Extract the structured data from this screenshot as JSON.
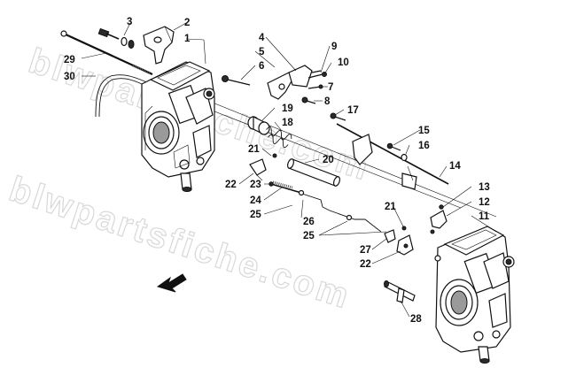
{
  "diagram": {
    "watermark": "blwpartsfiche.com",
    "callouts": [
      {
        "id": "c1",
        "label": "1"
      },
      {
        "id": "c2",
        "label": "2"
      },
      {
        "id": "c3",
        "label": "3"
      },
      {
        "id": "c4",
        "label": "4"
      },
      {
        "id": "c5",
        "label": "5"
      },
      {
        "id": "c6",
        "label": "6"
      },
      {
        "id": "c7",
        "label": "7"
      },
      {
        "id": "c8",
        "label": "8"
      },
      {
        "id": "c9",
        "label": "9"
      },
      {
        "id": "c10",
        "label": "10"
      },
      {
        "id": "c11",
        "label": "11"
      },
      {
        "id": "c12",
        "label": "12"
      },
      {
        "id": "c13",
        "label": "13"
      },
      {
        "id": "c14",
        "label": "14"
      },
      {
        "id": "c15",
        "label": "15"
      },
      {
        "id": "c16",
        "label": "16"
      },
      {
        "id": "c17",
        "label": "17"
      },
      {
        "id": "c18",
        "label": "18"
      },
      {
        "id": "c19",
        "label": "19"
      },
      {
        "id": "c20",
        "label": "20"
      },
      {
        "id": "c21a",
        "label": "21"
      },
      {
        "id": "c21b",
        "label": "21"
      },
      {
        "id": "c22a",
        "label": "22"
      },
      {
        "id": "c22b",
        "label": "22"
      },
      {
        "id": "c23",
        "label": "23"
      },
      {
        "id": "c24",
        "label": "24"
      },
      {
        "id": "c25a",
        "label": "25"
      },
      {
        "id": "c25b",
        "label": "25"
      },
      {
        "id": "c26",
        "label": "26"
      },
      {
        "id": "c27",
        "label": "27"
      },
      {
        "id": "c28",
        "label": "28"
      },
      {
        "id": "c29",
        "label": "29"
      },
      {
        "id": "c30",
        "label": "30"
      }
    ]
  }
}
